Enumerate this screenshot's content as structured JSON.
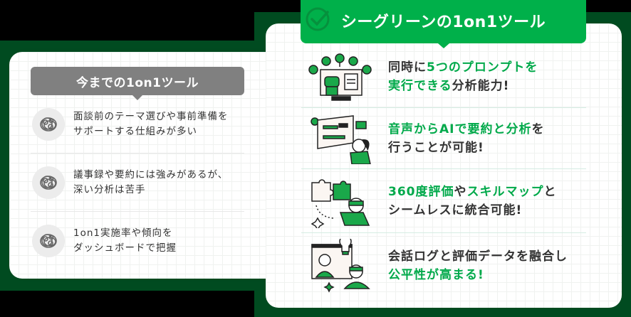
{
  "old_tools": {
    "title": "今までの1on1ツール",
    "items": [
      {
        "icon": "scribble-icon",
        "line1": "面談前のテーマ選びや事前準備を",
        "line2": "サポートする仕組みが多い"
      },
      {
        "icon": "scribble-icon",
        "line1": "議事録や要約には強みがあるが、",
        "line2": "深い分析は苦手"
      },
      {
        "icon": "scribble-icon",
        "line1": "1on1実施率や傾向を",
        "line2": "ダッシュボードで把握"
      }
    ]
  },
  "new_tool": {
    "title": "シーグリーンの1on1ツール",
    "badge_icon": "check-circle-icon",
    "items": [
      {
        "illustration": "robot-monitor-prompts-illustration",
        "parts": [
          {
            "t": "同時に",
            "hl": false
          },
          {
            "t": "5つのプロンプトを",
            "hl": true
          },
          {
            "br": true
          },
          {
            "t": "実行できる",
            "hl": true
          },
          {
            "t": "分析能力!",
            "hl": false
          }
        ]
      },
      {
        "illustration": "voice-summary-board-illustration",
        "parts": [
          {
            "t": "音声からAIで要約と分析",
            "hl": true
          },
          {
            "t": "を",
            "hl": false
          },
          {
            "br": true
          },
          {
            "t": "行うことが可能!",
            "hl": false
          }
        ]
      },
      {
        "illustration": "puzzle-integration-illustration",
        "parts": [
          {
            "t": "360度評価",
            "hl": true
          },
          {
            "t": "や",
            "hl": false
          },
          {
            "t": "スキルマップ",
            "hl": true
          },
          {
            "t": "と",
            "hl": false
          },
          {
            "br": true
          },
          {
            "t": "シームレスに統合可能!",
            "hl": false
          }
        ]
      },
      {
        "illustration": "conversation-lightbulb-illustration",
        "parts": [
          {
            "t": "会話ログと評価データを融合し",
            "hl": false
          },
          {
            "br": true
          },
          {
            "t": "公平性が高まる!",
            "hl": true
          }
        ]
      }
    ]
  },
  "colors": {
    "brand_green": "#00b04a",
    "dark_green_bg": "#004b20",
    "old_label_gray": "#808080",
    "highlight_text": "#00a94a"
  }
}
